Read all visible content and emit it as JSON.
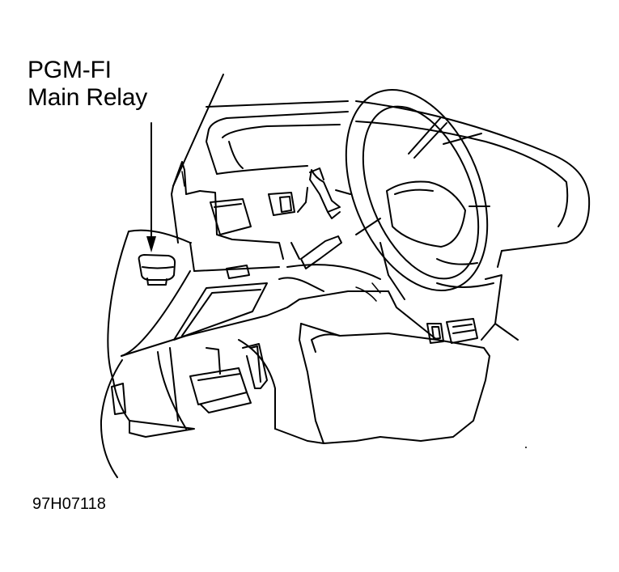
{
  "diagram": {
    "callout": {
      "line1": "PGM-FI",
      "line2": "Main Relay"
    },
    "figure_id": "97H07118"
  }
}
